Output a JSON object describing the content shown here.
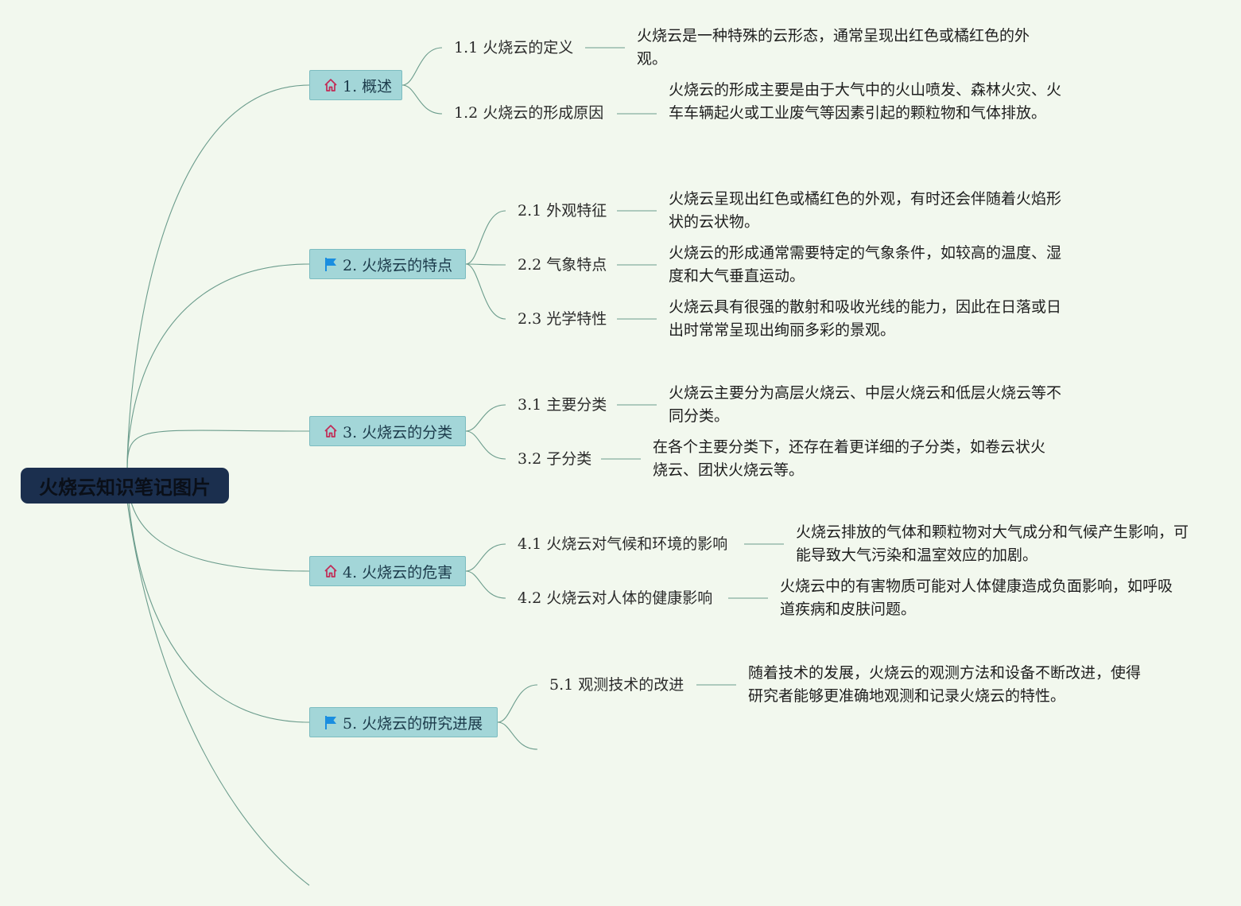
{
  "root": {
    "label": "火烧云知识笔记图片"
  },
  "topics": [
    {
      "label": "1. 概述",
      "icon": "house-icon",
      "subs": [
        {
          "label": "1.1 火烧云的定义",
          "desc": "火烧云是一种特殊的云形态，通常呈现出红色或橘红色的外观。"
        },
        {
          "label": "1.2 火烧云的形成原因",
          "desc": "火烧云的形成主要是由于大气中的火山喷发、森林火灾、火车车辆起火或工业废气等因素引起的颗粒物和气体排放。"
        }
      ]
    },
    {
      "label": "2. 火烧云的特点",
      "icon": "flag-icon",
      "subs": [
        {
          "label": "2.1 外观特征",
          "desc": "火烧云呈现出红色或橘红色的外观，有时还会伴随着火焰形状的云状物。"
        },
        {
          "label": "2.2 气象特点",
          "desc": "火烧云的形成通常需要特定的气象条件，如较高的温度、湿度和大气垂直运动。"
        },
        {
          "label": "2.3 光学特性",
          "desc": "火烧云具有很强的散射和吸收光线的能力，因此在日落或日出时常常呈现出绚丽多彩的景观。"
        }
      ]
    },
    {
      "label": "3. 火烧云的分类",
      "icon": "house-icon",
      "subs": [
        {
          "label": "3.1 主要分类",
          "desc": "火烧云主要分为高层火烧云、中层火烧云和低层火烧云等不同分类。"
        },
        {
          "label": "3.2 子分类",
          "desc": "在各个主要分类下，还存在着更详细的子分类，如卷云状火烧云、团状火烧云等。"
        }
      ]
    },
    {
      "label": "4. 火烧云的危害",
      "icon": "house-icon",
      "subs": [
        {
          "label": "4.1 火烧云对气候和环境的影响",
          "desc": "火烧云排放的气体和颗粒物对大气成分和气候产生影响，可能导致大气污染和温室效应的加剧。"
        },
        {
          "label": "4.2 火烧云对人体的健康影响",
          "desc": "火烧云中的有害物质可能对人体健康造成负面影响，如呼吸道疾病和皮肤问题。"
        }
      ]
    },
    {
      "label": "5. 火烧云的研究进展",
      "icon": "flag-icon",
      "subs": [
        {
          "label": "5.1 观测技术的改进",
          "desc": "随着技术的发展，火烧云的观测方法和设备不断改进，使得研究者能够更准确地观测和记录火烧云的特性。"
        }
      ]
    }
  ],
  "colors": {
    "background": "#f2f8ee",
    "root": "#1b2f4e",
    "topic": "#a3d6d8",
    "line": "#6b9c8c",
    "house": "#c22a55",
    "flag": "#1a8ee0"
  }
}
